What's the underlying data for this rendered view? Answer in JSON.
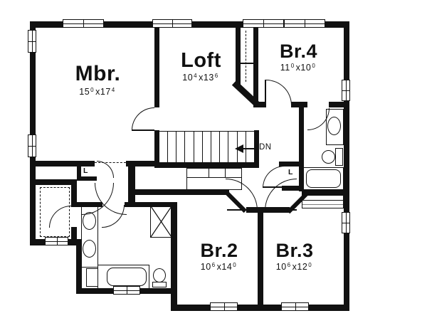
{
  "colors": {
    "ink": "#111111",
    "bg": "#ffffff"
  },
  "labels": {
    "down": "DN",
    "linen_left": "L",
    "linen_right": "L",
    "times": "x"
  },
  "rooms": {
    "mbr": {
      "name": "Mbr.",
      "dim": {
        "a": "15",
        "as": "0",
        "b": "17",
        "bs": "4"
      }
    },
    "loft": {
      "name": "Loft",
      "dim": {
        "a": "10",
        "as": "4",
        "b": "13",
        "bs": "6"
      }
    },
    "br4": {
      "name": "Br.4",
      "dim": {
        "a": "11",
        "as": "0",
        "b": "10",
        "bs": "0"
      }
    },
    "br2": {
      "name": "Br.2",
      "dim": {
        "a": "10",
        "as": "6",
        "b": "14",
        "bs": "0"
      }
    },
    "br3": {
      "name": "Br.3",
      "dim": {
        "a": "10",
        "as": "6",
        "b": "12",
        "bs": "0"
      }
    }
  }
}
